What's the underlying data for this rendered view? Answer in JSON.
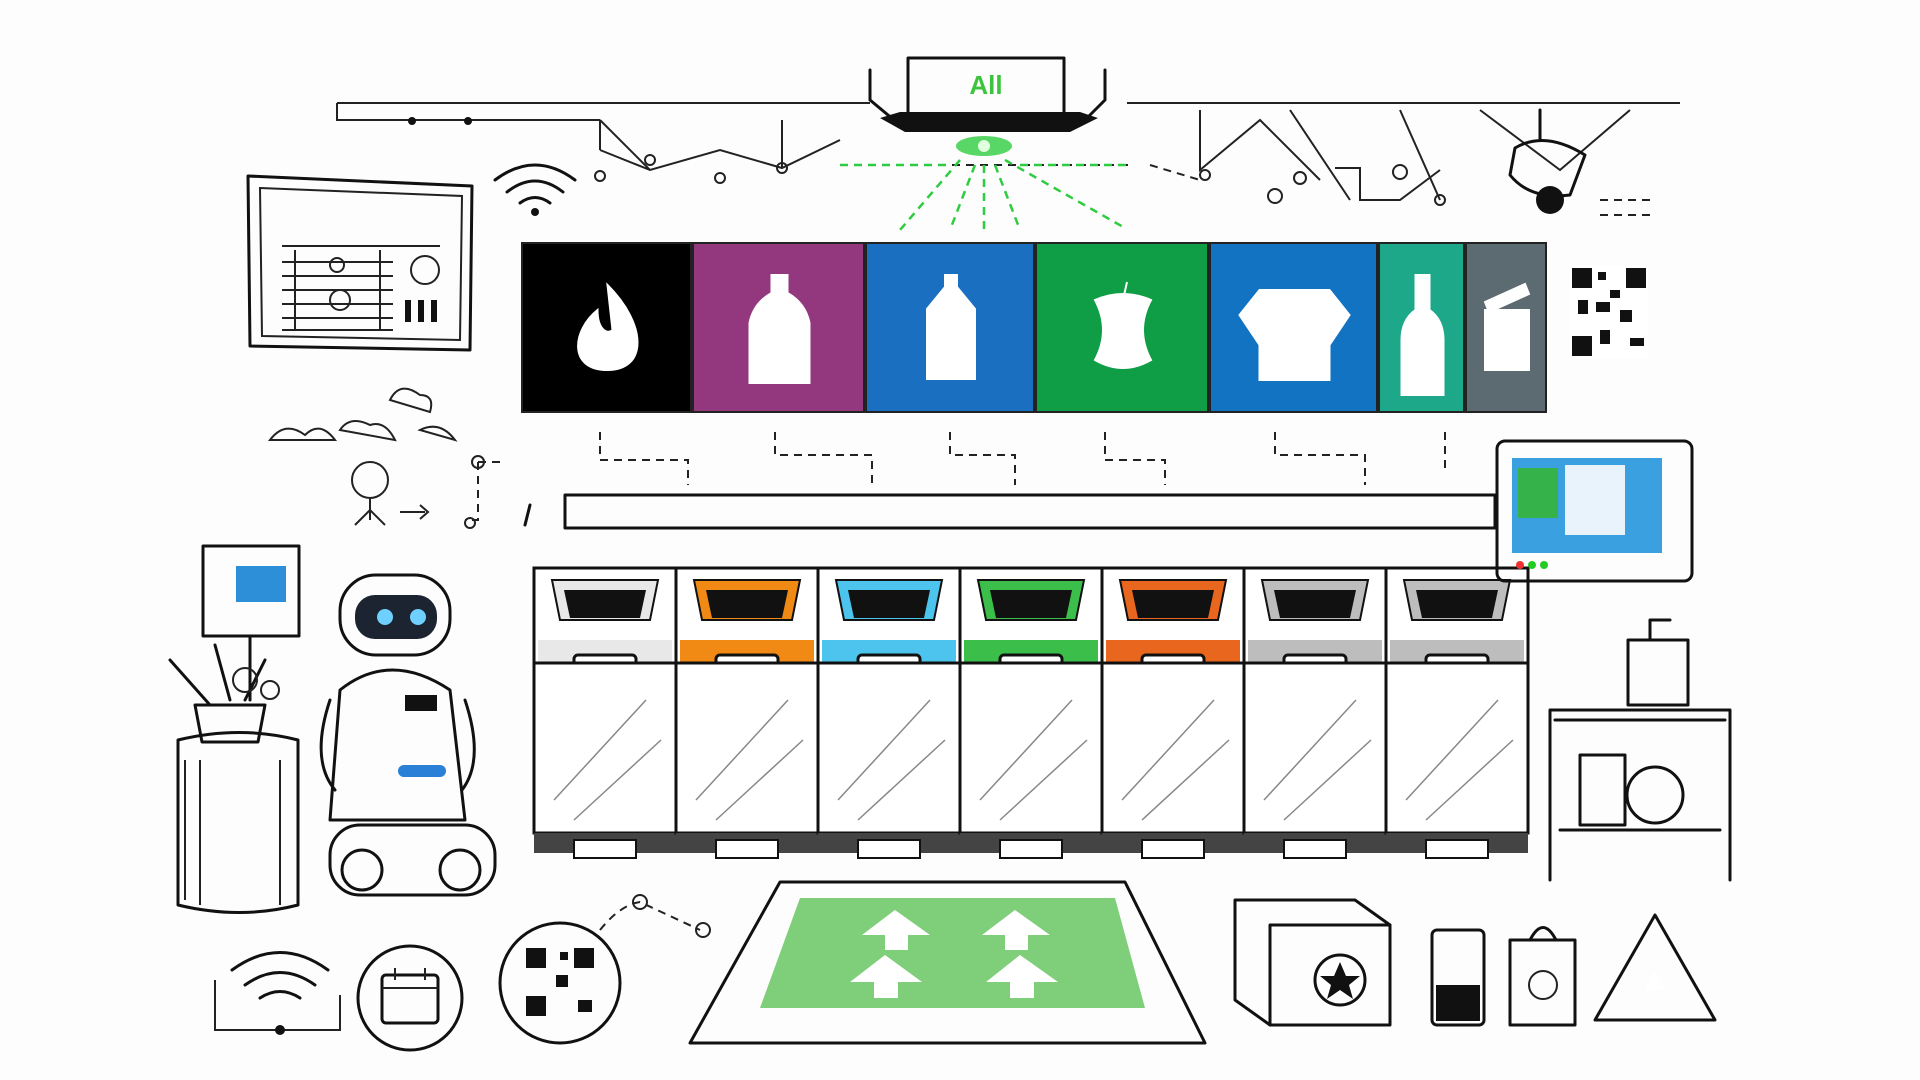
{
  "sensor": {
    "label": "All",
    "light_color": "#2ecc40"
  },
  "categories": [
    {
      "name": "burnable",
      "icon": "flame-icon",
      "color": "#000000"
    },
    {
      "name": "plastic-bottles",
      "icon": "detergent-bottle-icon",
      "color": "#93377f"
    },
    {
      "name": "cartons",
      "icon": "milk-carton-icon",
      "color": "#1a6fc0"
    },
    {
      "name": "organic",
      "icon": "apple-core-icon",
      "color": "#0f9d45"
    },
    {
      "name": "cardboard",
      "icon": "box-icon",
      "color": "#1173c2"
    },
    {
      "name": "glass",
      "icon": "glass-bottle-icon",
      "color": "#1ea88a"
    },
    {
      "name": "cans",
      "icon": "can-icon",
      "color": "#5c6a72"
    }
  ],
  "bins": [
    {
      "lid_color": "#e8e8e8"
    },
    {
      "lid_color": "#f08a14"
    },
    {
      "lid_color": "#4cc4ee"
    },
    {
      "lid_color": "#3cbf4a"
    },
    {
      "lid_color": "#e8661e"
    },
    {
      "lid_color": "#bdbdbd"
    },
    {
      "lid_color": "#bdbdbd"
    }
  ],
  "floor_mat": {
    "color": "#7fce7a"
  }
}
